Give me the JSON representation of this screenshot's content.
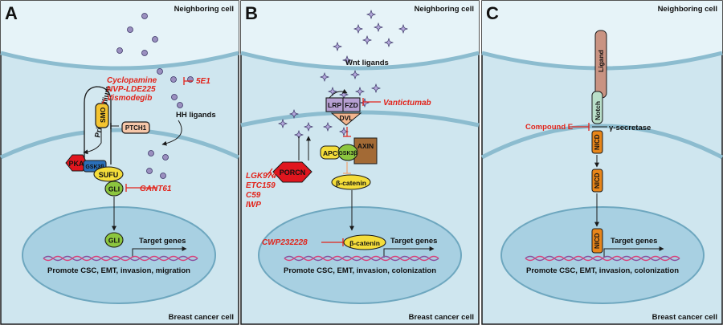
{
  "colors": {
    "cell_fill": "#cfe6ef",
    "membrane": "#9fc9da",
    "nucleus_fill": "#a8d0e2",
    "inhibitor_red": "#e2231a",
    "outline": "#1a1a1a"
  },
  "panels": [
    {
      "letter": "A",
      "neighbor_label": "Neighboring cell",
      "cancer_label": "Breast cancer cell",
      "ligands_label": "HH ligands",
      "cilium_label": "Primary cilium",
      "proteins": {
        "smo": "SMO",
        "ptch1": "PTCH1",
        "pka": "PKA",
        "gsk3b": "GSK3β",
        "sufu": "SUFU",
        "gli": "GLI",
        "gli_nuc": "GLI"
      },
      "inhibitors": {
        "smo_drugs": [
          "Cyclopamine",
          "NVP-LDE225",
          "Vismodegib"
        ],
        "ligand_drug": "5E1",
        "gli_drug": "GANT61"
      },
      "target_genes": "Target genes",
      "outcome": "Promote CSC, EMT, invasion, migration"
    },
    {
      "letter": "B",
      "neighbor_label": "Neighboring cell",
      "cancer_label": "Breast cancer cell",
      "ligands_label": "Wnt ligands",
      "proteins": {
        "lrp": "LRP",
        "fzd": "FZD",
        "dvl": "DVL",
        "apc": "APC",
        "gsk3b": "GSK3β",
        "axin": "AXIN",
        "porcn": "PORCN",
        "bcat": "β-catenin",
        "bcat_nuc": "β-catenin"
      },
      "inhibitors": {
        "fzd_drug": "Vantictumab",
        "porcn_drugs": [
          "LGK974",
          "ETC159",
          "C59",
          "IWP"
        ],
        "bcat_drug": "CWP232228"
      },
      "target_genes": "Target genes",
      "outcome": "Promote CSC, EMT, invasion, colonization"
    },
    {
      "letter": "C",
      "neighbor_label": "Neighboring cell",
      "cancer_label": "Breast cancer cell",
      "proteins": {
        "ligand": "Ligand",
        "notch": "Notch",
        "nicd1": "NICD",
        "nicd2": "NICD",
        "nicd3": "NICD"
      },
      "inhibitors": {
        "gamma_drug": "Compound E"
      },
      "gamma_label": "γ-secretase",
      "target_genes": "Target genes",
      "outcome": "Promote CSC, EMT, invasion, colonization"
    }
  ]
}
